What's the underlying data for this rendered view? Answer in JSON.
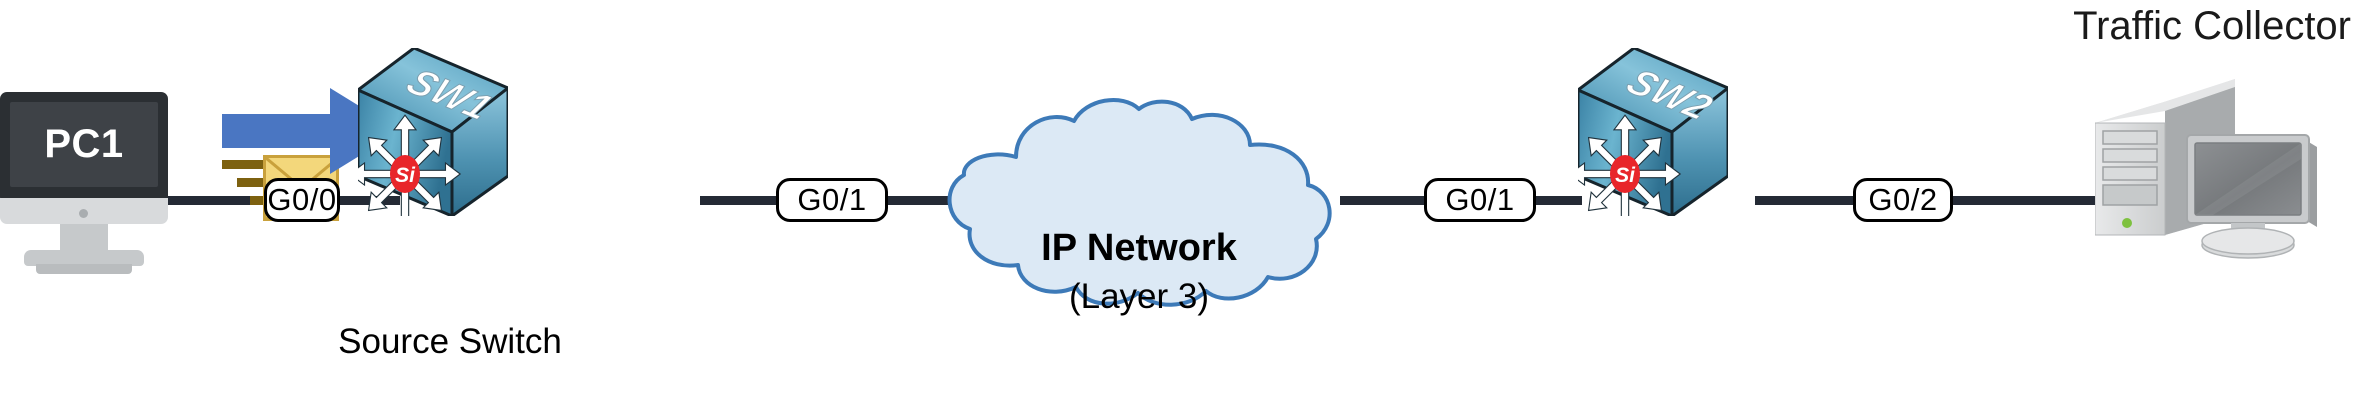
{
  "diagram": {
    "title": "Traffic Collector",
    "type": "network-topology",
    "background_color": "#ffffff"
  },
  "nodes": {
    "pc1": {
      "label": "PC1",
      "kind": "desktop-monitor",
      "screen_color": "#3e4247",
      "label_color": "#ffffff"
    },
    "sw1": {
      "label": "SW1",
      "kind": "multilayer-switch",
      "badge": "Si",
      "badge_color": "#e8252a",
      "caption": "Source Switch",
      "body_color": "#3f89ac"
    },
    "cloud": {
      "title": "IP Network",
      "subtitle": "(Layer 3)",
      "fill_color": "#dce9f5",
      "stroke_color": "#3d7ab8"
    },
    "sw2": {
      "label": "SW2",
      "kind": "multilayer-switch",
      "badge": "Si",
      "badge_color": "#e8252a",
      "caption": "",
      "body_color": "#3f89ac"
    },
    "collector": {
      "label": "Traffic Collector",
      "kind": "server-tower-with-monitor",
      "led_color": "#7ec13f"
    }
  },
  "packet": {
    "kind": "envelope",
    "fill_color": "#f3d77b",
    "stroke_color": "#c9a13c",
    "motion_lines": 3,
    "motion_color": "#7d6110"
  },
  "flow_arrow": {
    "kind": "right-arrow",
    "color": "#4a76c2",
    "direction": "right"
  },
  "links": [
    {
      "id": "pc1-sw1",
      "port_label": "G0/0"
    },
    {
      "id": "sw1-cloud",
      "port_label": "G0/1"
    },
    {
      "id": "cloud-sw2",
      "port_label": "G0/1"
    },
    {
      "id": "sw2-collector",
      "port_label": "G0/2"
    }
  ],
  "link_color": "#242a35"
}
